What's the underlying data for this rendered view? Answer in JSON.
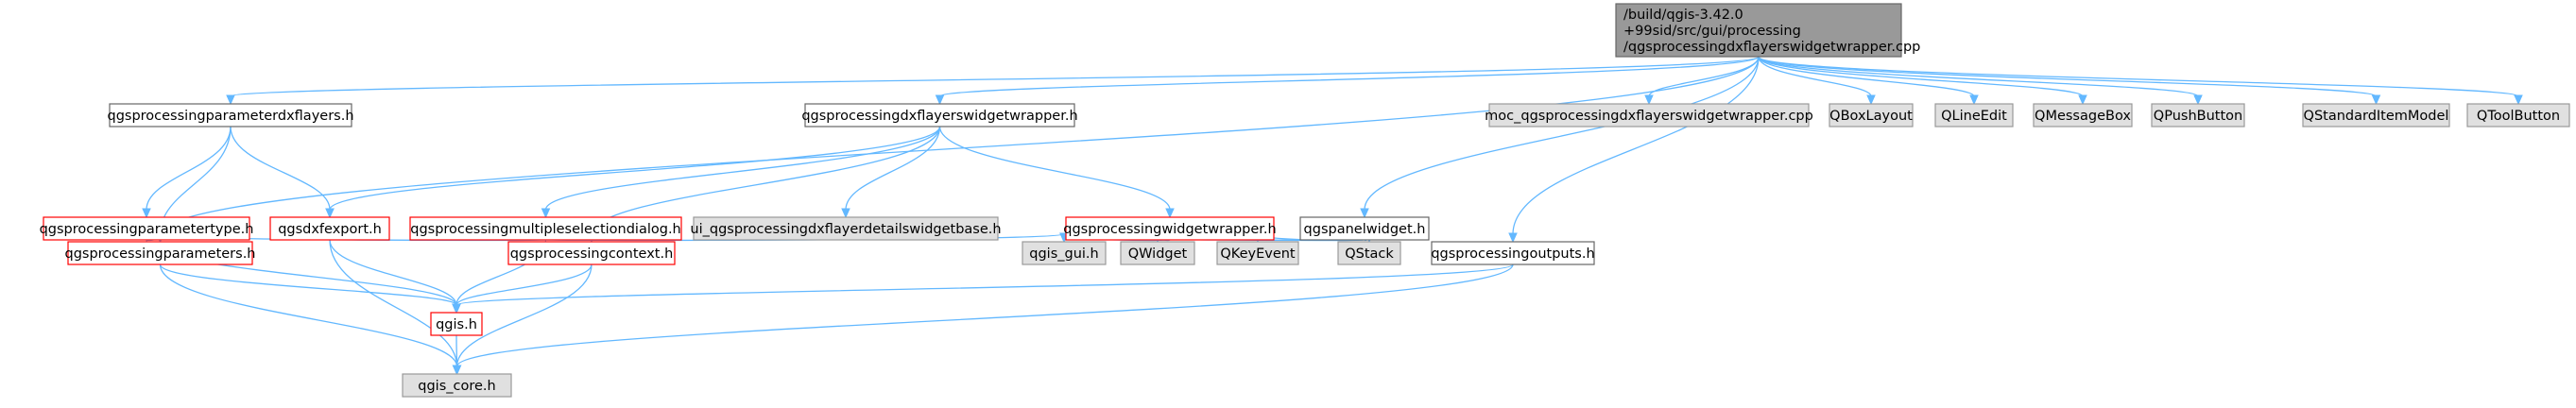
{
  "colors": {
    "root_fill": "#999999",
    "root_stroke": "#666666",
    "white_fill": "#ffffff",
    "white_stroke": "#666666",
    "red_stroke": "#ff0000",
    "grey_fill": "#e0e0e0",
    "grey_stroke": "#999999",
    "edge": "#63b8ff"
  },
  "nodes": {
    "root": {
      "lines": [
        "/build/qgis-3.42.0",
        "+99sid/src/gui/processing",
        "/qgsprocessingdxflayerswidgetwrapper.cpp"
      ],
      "style": "root"
    },
    "paramdxf": {
      "lines": [
        "qgsprocessingparameterdxflayers.h"
      ],
      "style": "white"
    },
    "dxfwrap": {
      "lines": [
        "qgsprocessingdxflayerswidgetwrapper.h"
      ],
      "style": "white"
    },
    "panel": {
      "lines": [
        "qgspanelwidget.h"
      ],
      "style": "white"
    },
    "outputs": {
      "lines": [
        "qgsprocessingoutputs.h"
      ],
      "style": "white"
    },
    "moc": {
      "lines": [
        "moc_qgsprocessingdxflayerswidgetwrapper.cpp"
      ],
      "style": "grey"
    },
    "qboxlayout": {
      "lines": [
        "QBoxLayout"
      ],
      "style": "grey"
    },
    "qlineedit": {
      "lines": [
        "QLineEdit"
      ],
      "style": "grey"
    },
    "qmessagebox": {
      "lines": [
        "QMessageBox"
      ],
      "style": "grey"
    },
    "qpushbutton": {
      "lines": [
        "QPushButton"
      ],
      "style": "grey"
    },
    "qstditem": {
      "lines": [
        "QStandardItemModel"
      ],
      "style": "grey"
    },
    "qtoolbutton": {
      "lines": [
        "QToolButton"
      ],
      "style": "grey"
    },
    "paramtype": {
      "lines": [
        "qgsprocessingparametertype.h"
      ],
      "style": "red"
    },
    "dxfexport": {
      "lines": [
        "qgsdxfexport.h"
      ],
      "style": "red"
    },
    "multisel": {
      "lines": [
        "qgsprocessingmultipleselectiondialog.h"
      ],
      "style": "red"
    },
    "uidetails": {
      "lines": [
        "ui_qgsprocessingdxflayerdetailswidgetbase.h"
      ],
      "style": "grey"
    },
    "widgetwrap": {
      "lines": [
        "qgsprocessingwidgetwrapper.h"
      ],
      "style": "red"
    },
    "params": {
      "lines": [
        "qgsprocessingparameters.h"
      ],
      "style": "red"
    },
    "context": {
      "lines": [
        "qgsprocessingcontext.h"
      ],
      "style": "red"
    },
    "qgisgui": {
      "lines": [
        "qgis_gui.h"
      ],
      "style": "grey"
    },
    "qwidget": {
      "lines": [
        "QWidget"
      ],
      "style": "grey"
    },
    "qkeyevent": {
      "lines": [
        "QKeyEvent"
      ],
      "style": "grey"
    },
    "qstack": {
      "lines": [
        "QStack"
      ],
      "style": "grey"
    },
    "qgis": {
      "lines": [
        "qgis.h"
      ],
      "style": "red"
    },
    "qgiscore": {
      "lines": [
        "qgis_core.h"
      ],
      "style": "grey"
    }
  },
  "edges": [
    [
      "root",
      "paramdxf"
    ],
    [
      "root",
      "dxfwrap"
    ],
    [
      "root",
      "panel"
    ],
    [
      "root",
      "outputs"
    ],
    [
      "root",
      "moc"
    ],
    [
      "root",
      "qboxlayout"
    ],
    [
      "root",
      "qlineedit"
    ],
    [
      "root",
      "qmessagebox"
    ],
    [
      "root",
      "qpushbutton"
    ],
    [
      "root",
      "qstditem"
    ],
    [
      "root",
      "qtoolbutton"
    ],
    [
      "root",
      "params"
    ],
    [
      "paramdxf",
      "paramtype"
    ],
    [
      "paramdxf",
      "dxfexport"
    ],
    [
      "paramdxf",
      "params"
    ],
    [
      "dxfwrap",
      "dxfexport"
    ],
    [
      "dxfwrap",
      "multisel"
    ],
    [
      "dxfwrap",
      "uidetails"
    ],
    [
      "dxfwrap",
      "widgetwrap"
    ],
    [
      "dxfwrap",
      "context"
    ],
    [
      "paramtype",
      "params"
    ],
    [
      "paramtype",
      "qgis"
    ],
    [
      "dxfexport",
      "qgis"
    ],
    [
      "dxfexport",
      "qgiscore"
    ],
    [
      "multisel",
      "params"
    ],
    [
      "multisel",
      "qgis"
    ],
    [
      "multisel",
      "qgisgui"
    ],
    [
      "widgetwrap",
      "qgisgui"
    ],
    [
      "widgetwrap",
      "qwidget"
    ],
    [
      "panel",
      "qgisgui"
    ],
    [
      "panel",
      "qwidget"
    ],
    [
      "panel",
      "qkeyevent"
    ],
    [
      "panel",
      "qstack"
    ],
    [
      "params",
      "qgis"
    ],
    [
      "params",
      "qgiscore"
    ],
    [
      "context",
      "qgis"
    ],
    [
      "context",
      "qgiscore"
    ],
    [
      "outputs",
      "qgis"
    ],
    [
      "outputs",
      "qgiscore"
    ],
    [
      "qgis",
      "qgiscore"
    ]
  ]
}
